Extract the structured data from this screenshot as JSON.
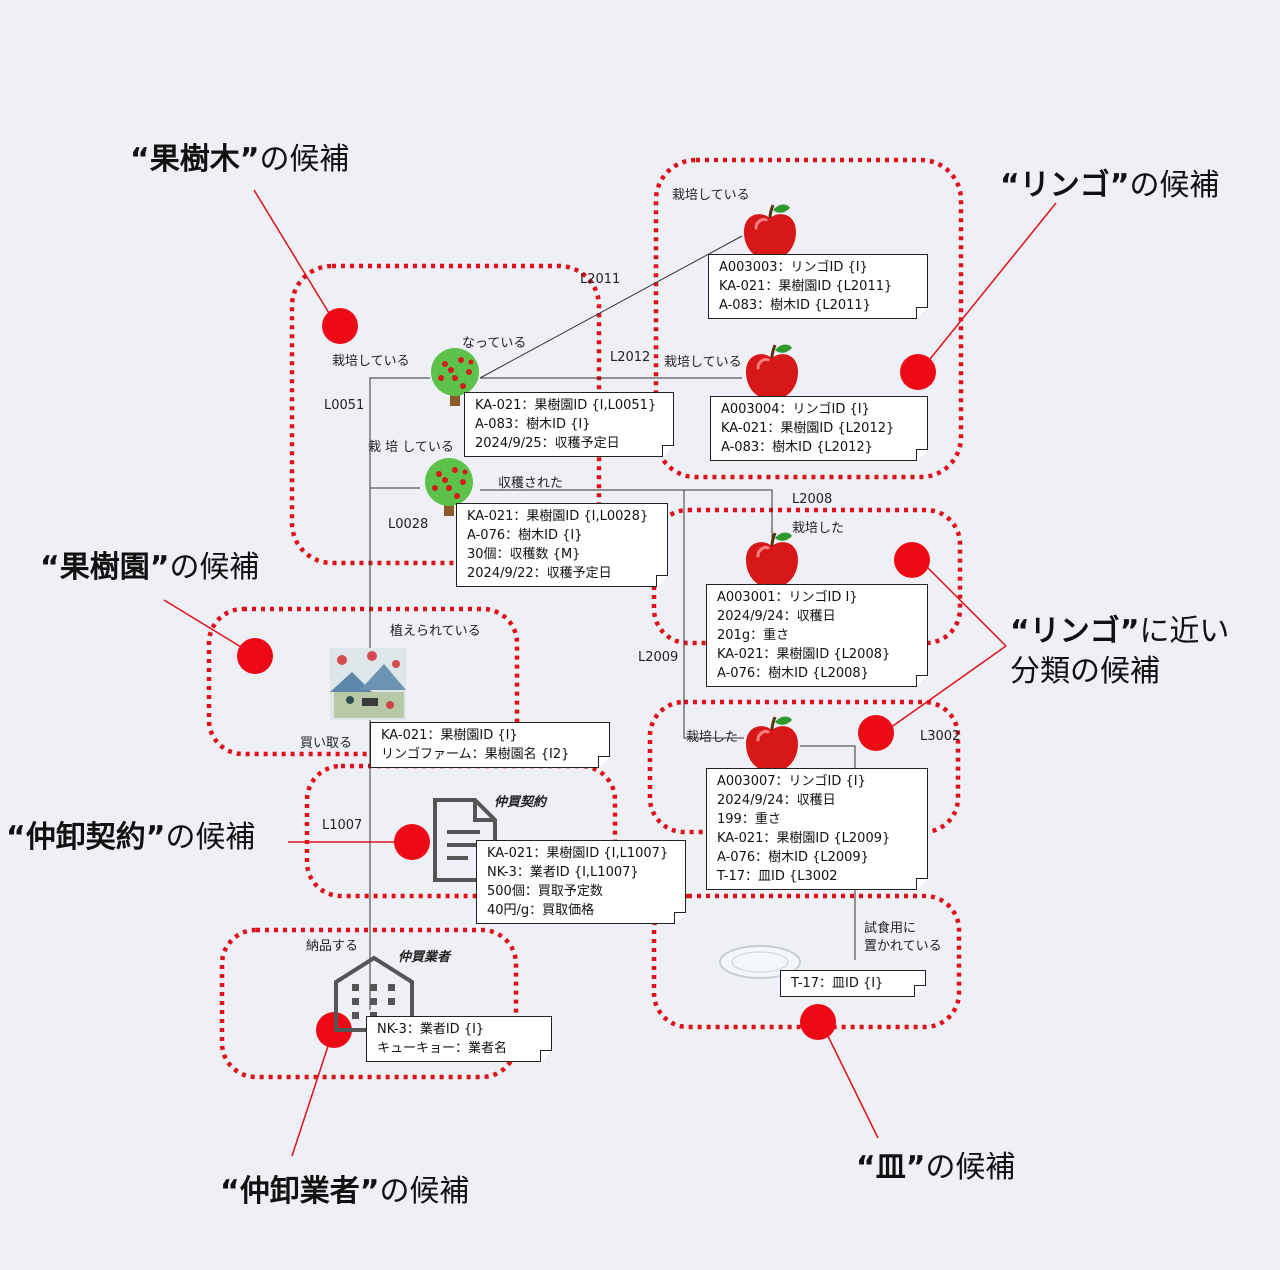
{
  "callouts": {
    "fruit_tree": {
      "term": "“果樹木”",
      "suffix": "の候補"
    },
    "apple": {
      "term": "“リンゴ”",
      "suffix": "の候補"
    },
    "orchard": {
      "term": "“果樹園”",
      "suffix": "の候補"
    },
    "near_apple": {
      "term": "“リンゴ”",
      "suffix": "に近い",
      "line2": "分類の候補"
    },
    "contract": {
      "term": "“仲卸契約”",
      "suffix": "の候補"
    },
    "wholesaler": {
      "term": "“仲卸業者”",
      "suffix": "の候補"
    },
    "plate": {
      "term": "“皿”",
      "suffix": "の候補"
    }
  },
  "relation_labels": {
    "cultivating_top": "栽培している",
    "cultivating_tree1": "栽培している",
    "bearing": "なっている",
    "cultivating_a3004": "栽培している",
    "cultivating_tree2": "栽 培 している",
    "harvested": "収穫された",
    "grown_a3001": "栽培した",
    "grown_a3007": "栽培した",
    "planted": "植えられている",
    "buys": "買い取る",
    "delivers": "納品する",
    "for_tasting_1": "試食用に",
    "for_tasting_2": "置かれている"
  },
  "link_ids": {
    "l2011": "L2011",
    "l2012": "L2012",
    "l0051": "L0051",
    "l0028": "L0028",
    "l2008": "L2008",
    "l2009": "L2009",
    "l3002": "L3002",
    "l1007": "L1007"
  },
  "titles": {
    "contract": "仲買契約",
    "wholesaler": "仲買業者"
  },
  "notes": {
    "apple_a3003": [
      "A003003：リンゴID {I}",
      "KA-021：果樹園ID {L2011}",
      "A-083：樹木ID {L2011}"
    ],
    "apple_a3004": [
      "A003004：リンゴID {I}",
      "KA-021：果樹園ID {L2012}",
      "A-083：樹木ID {L2012}"
    ],
    "tree_a083": [
      "KA-021：果樹園ID {I,L0051}",
      "A-083：樹木ID {I}",
      "2024/9/25：収穫予定日"
    ],
    "tree_a076": [
      "KA-021：果樹園ID {I,L0028}",
      "A-076：樹木ID {I}",
      "30個：収穫数 {M}",
      "2024/9/22：収穫予定日"
    ],
    "apple_a3001": [
      "A003001：リンゴID I}",
      "2024/9/24：収穫日",
      "201g：重さ",
      "KA-021：果樹園ID {L2008}",
      "A-076：樹木ID {L2008}"
    ],
    "apple_a3007": [
      "A003007：リンゴID {I}",
      "2024/9/24：収穫日",
      "199：重さ",
      "KA-021：果樹園ID {L2009}",
      "A-076：樹木ID {L2009}",
      "T-17：皿ID {L3002"
    ],
    "orchard": [
      "KA-021：果樹園ID {I}",
      "リンゴファーム：果樹園名 {I2}"
    ],
    "contract": [
      "KA-021：果樹園ID {I,L1007}",
      "NK-3：業者ID {I,L1007}",
      "500個：買取予定数",
      "40円/g：買取価格"
    ],
    "plate": [
      "T-17：皿ID {I}"
    ],
    "wholesaler": [
      "NK-3：業者ID {I}",
      "キューキョー：業者名"
    ]
  },
  "colors": {
    "candidate_border": "#e0101a",
    "marker": "#ee0a14",
    "apple": "#d81818",
    "tree_leaf": "#5cc24a",
    "background": "#eef0f6"
  },
  "icons": [
    "apple-icon",
    "tree-icon",
    "orchard-image",
    "document-icon",
    "building-icon",
    "plate-icon"
  ]
}
